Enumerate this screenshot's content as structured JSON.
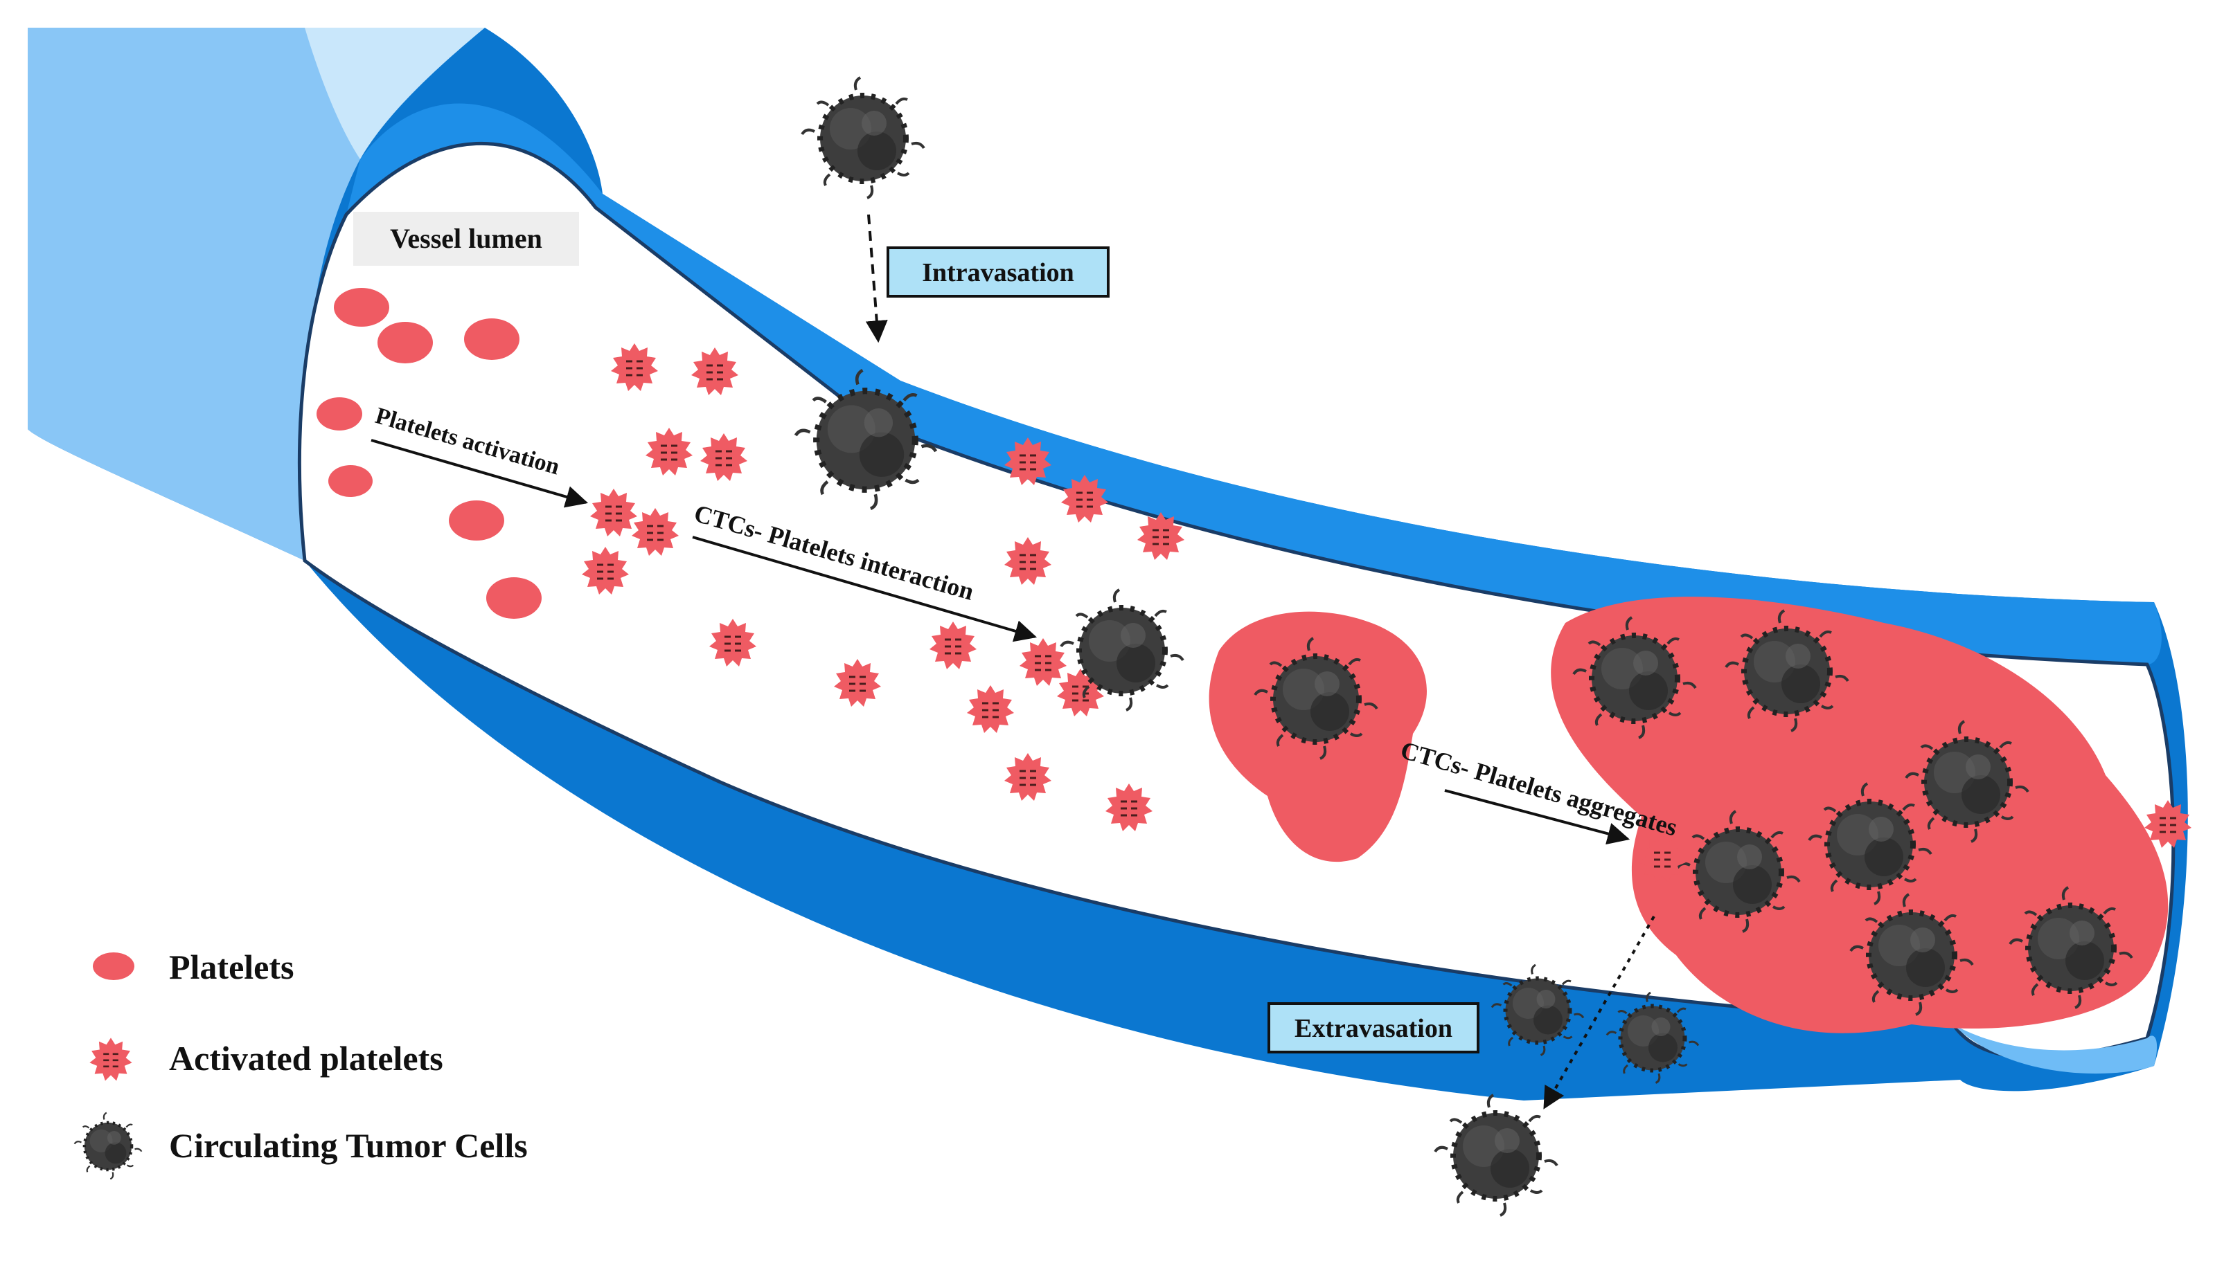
{
  "labels": {
    "vessel_lumen": "Vessel lumen",
    "intravasation": "Intravasation",
    "extravasation": "Extravasation",
    "platelets_activation": "Platelets activation",
    "ctc_platelet_interaction": "CTCs- Platelets interaction",
    "ctc_platelet_aggregates": "CTCs- Platelets aggregates"
  },
  "legend": [
    {
      "label": "Platelets",
      "icon": "platelet-icon"
    },
    {
      "label": "Activated platelets",
      "icon": "activated-platelet-icon"
    },
    {
      "label": "Circulating Tumor Cells",
      "icon": "tumor-cell-icon"
    }
  ],
  "colors": {
    "vessel_dark": "#0b77d0",
    "vessel_light": "#6fbcf6",
    "vessel_pale": "#b6dcf8",
    "vessel_mid": "#1e8fe8",
    "platelet": "#ef5b63",
    "tumor_cell": "#3a3a3a",
    "label_box": "#aee1f7"
  }
}
